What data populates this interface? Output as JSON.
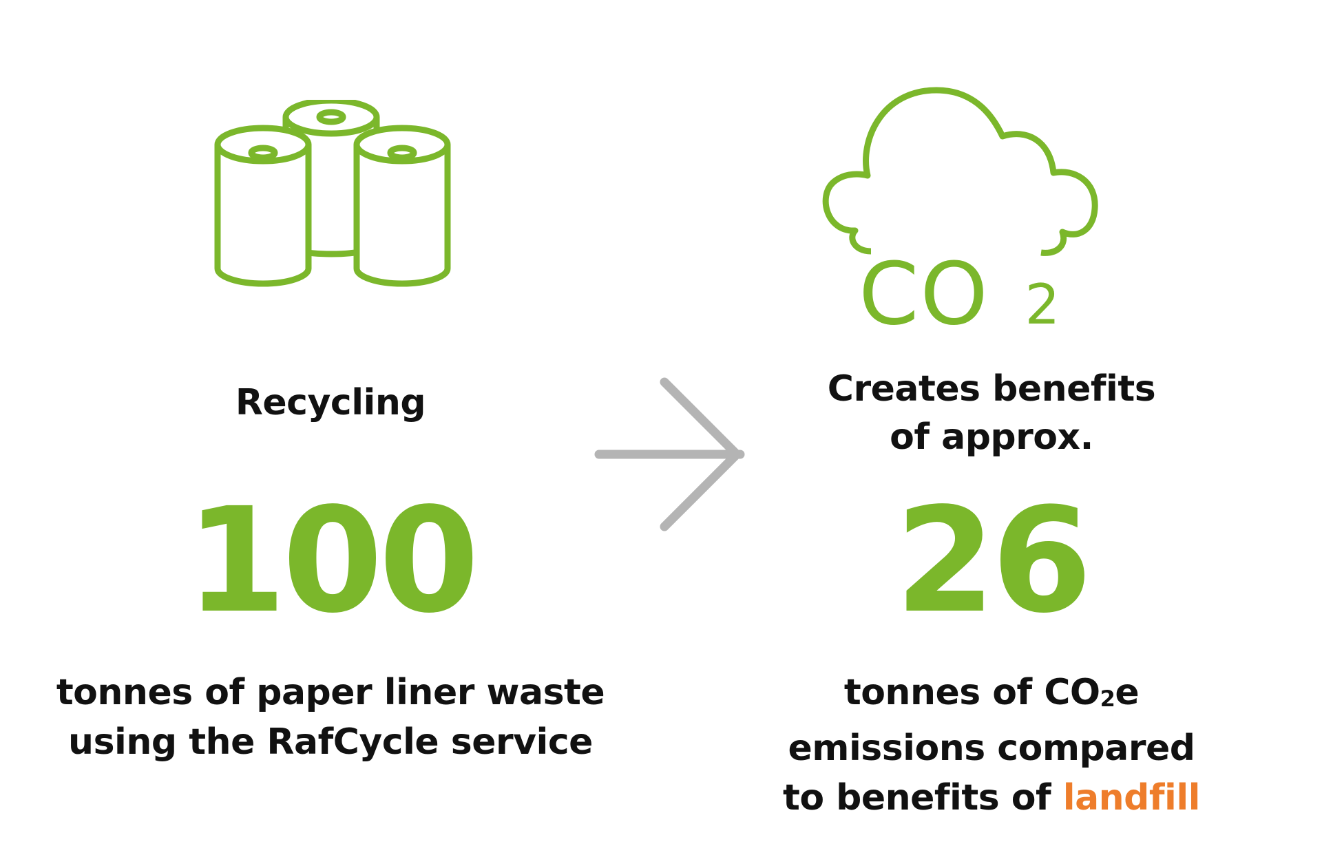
{
  "colors": {
    "accent_green": "#7bb72b",
    "highlight_orange": "#ee7d2b",
    "arrow_gray": "#b4b4b4",
    "text": "#111111"
  },
  "left": {
    "icon": "paper-rolls-icon",
    "label": "Recycling",
    "value": "100",
    "desc_line1": "tonnes of paper liner waste",
    "desc_line2": "using the RafCycle service"
  },
  "arrow": {
    "icon": "arrow-right-icon"
  },
  "right": {
    "icon": "co2-cloud-icon",
    "icon_text_main": "CO",
    "icon_text_sub": "2",
    "label_line1": "Creates benefits",
    "label_line2": "of approx.",
    "value": "26",
    "desc_line1_pre": "tonnes of CO",
    "desc_line1_sub": "2",
    "desc_line1_post": "e",
    "desc_line2": "emissions compared",
    "desc_line3_pre": "to benefits of ",
    "desc_line3_highlight": "landfill"
  }
}
